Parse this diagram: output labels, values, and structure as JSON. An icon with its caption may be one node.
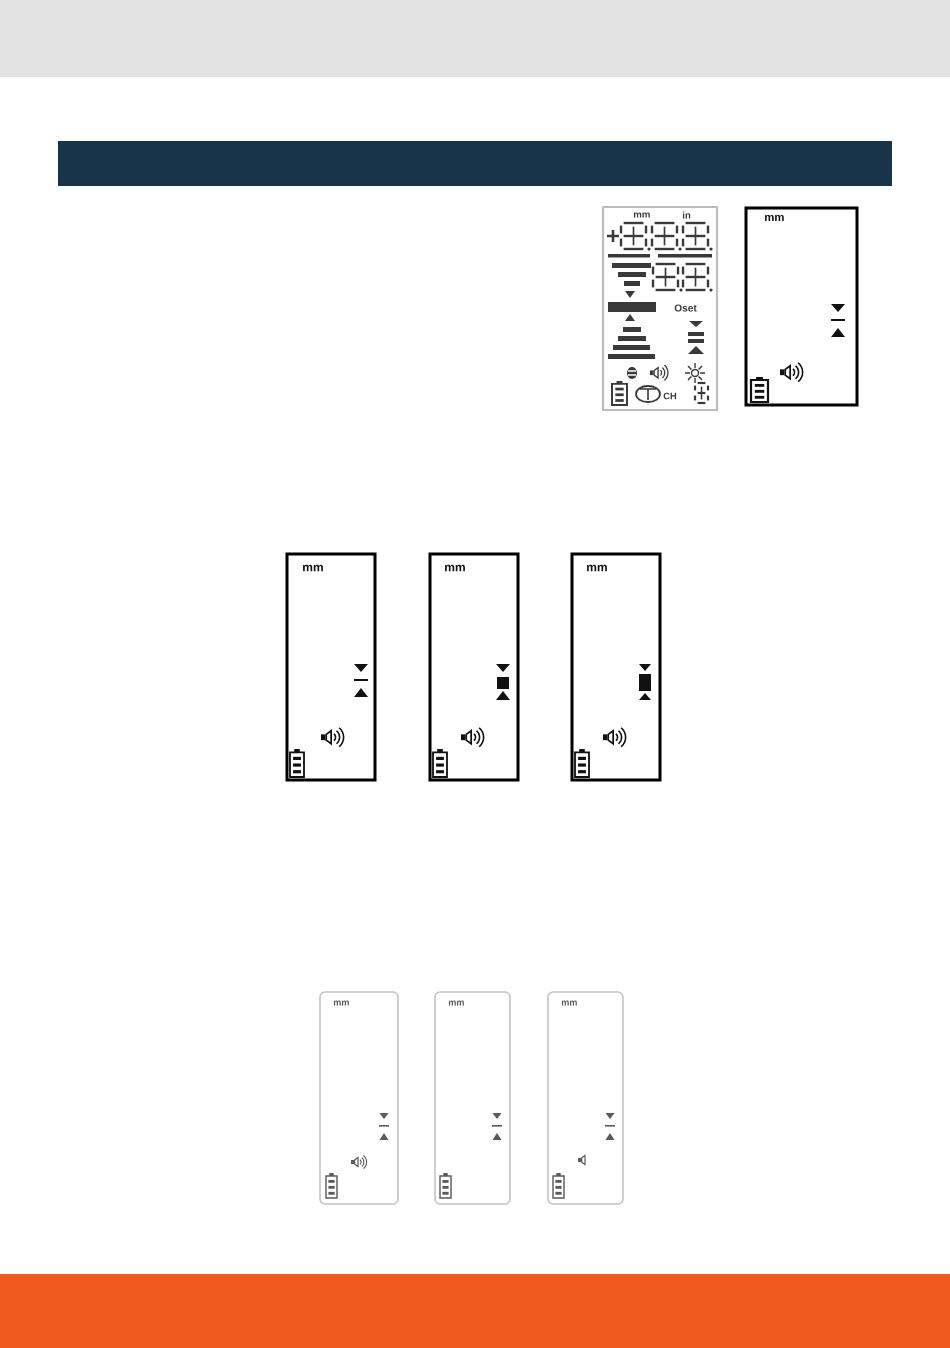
{
  "diagram": {
    "nodes": [
      {
        "text": [],
        "shape": "bar"
      },
      {
        "text": [
          "mm",
          "in",
          "Oset",
          "CH"
        ]
      },
      {
        "text": [
          "mm"
        ]
      },
      {
        "text": [
          "mm"
        ]
      },
      {
        "text": [
          "mm"
        ]
      },
      {
        "text": [
          "mm"
        ]
      },
      {
        "text": [
          "mm"
        ]
      },
      {
        "text": [
          "mm"
        ]
      },
      {
        "text": [
          "mm"
        ]
      }
    ]
  }
}
